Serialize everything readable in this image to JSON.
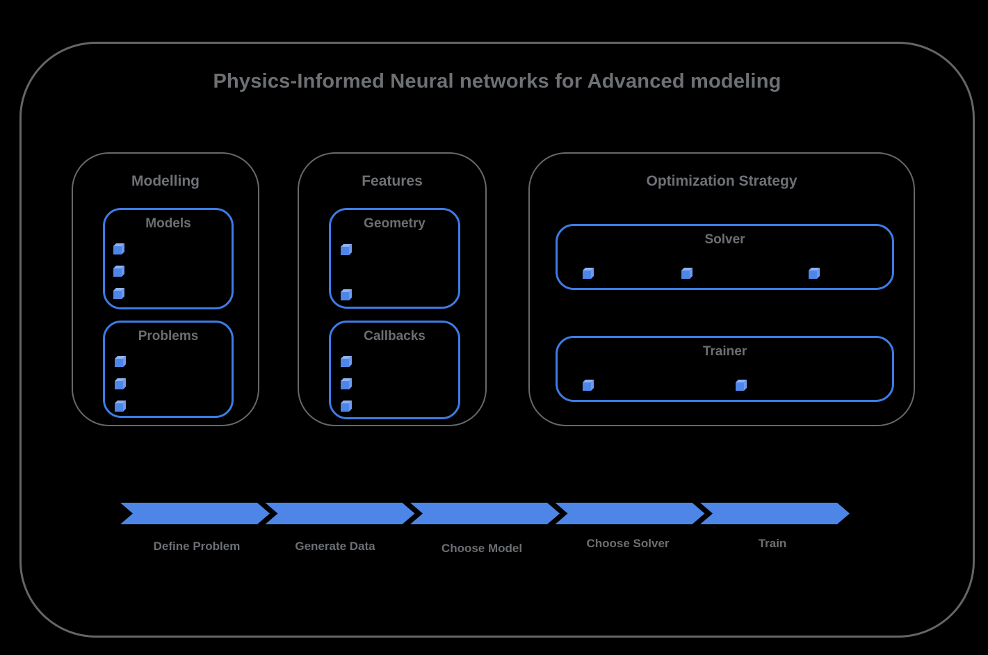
{
  "title": "Physics-Informed Neural networks for Advanced modeling",
  "colors": {
    "background": "#000000",
    "frame_gray": "#636669",
    "text_gray": "#6d7074",
    "box_blue": "#3d7ce6",
    "arrow_blue": "#4e86e8",
    "cube_front": "#4e86e8",
    "cube_top": "#8fb1f3",
    "cube_side": "#6d9af0"
  },
  "sections": [
    {
      "title": "Modelling",
      "boxes": [
        {
          "title": "Models",
          "bullets": 3
        },
        {
          "title": "Problems",
          "bullets": 3
        }
      ]
    },
    {
      "title": "Features",
      "boxes": [
        {
          "title": "Geometry",
          "bullets": 2
        },
        {
          "title": "Callbacks",
          "bullets": 3
        }
      ]
    },
    {
      "title": "Optimization Strategy",
      "boxes": [
        {
          "title": "Solver",
          "bullets": 3
        },
        {
          "title": "Trainer",
          "bullets": 2
        }
      ]
    }
  ],
  "pipeline": {
    "steps": [
      {
        "label": "Define Problem"
      },
      {
        "label": "Generate Data"
      },
      {
        "label": "Choose Model"
      },
      {
        "label": "Choose Solver"
      },
      {
        "label": "Train"
      }
    ]
  }
}
